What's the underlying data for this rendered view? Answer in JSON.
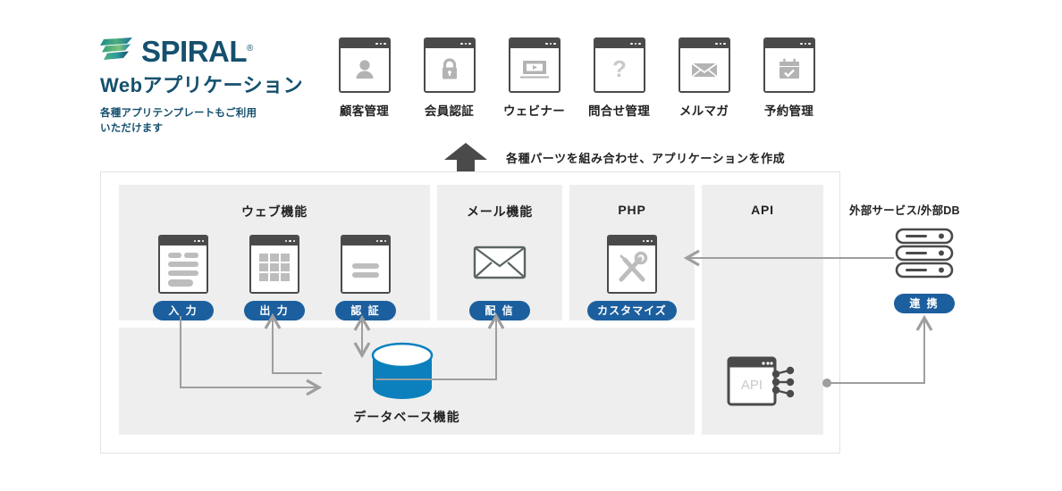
{
  "brand": {
    "logo_word": "SPIRAL",
    "registered_mark": "®",
    "title": "Webアプリケーション",
    "subtitle_line1": "各種アプリテンプレートもご利用",
    "subtitle_line2": "いただけます",
    "color": "#15506e"
  },
  "apps": {
    "items": [
      {
        "label": "顧客管理",
        "icon": "person-icon"
      },
      {
        "label": "会員認証",
        "icon": "lock-icon"
      },
      {
        "label": "ウェビナー",
        "icon": "video-icon"
      },
      {
        "label": "問合せ管理",
        "icon": "question-mark-icon"
      },
      {
        "label": "メルマガ",
        "icon": "envelope-icon"
      },
      {
        "label": "予約管理",
        "icon": "calendar-check-icon"
      }
    ]
  },
  "combine": {
    "caption": "各種パーツを組み合わせ、アプリケーションを作成",
    "arrow": "up-arrow-icon"
  },
  "panel": {
    "web": {
      "title": "ウェブ機能",
      "items": [
        {
          "pill": "入 力",
          "icon": "form-window-icon"
        },
        {
          "pill": "出 力",
          "icon": "table-window-icon"
        },
        {
          "pill": "認 証",
          "icon": "auth-window-icon"
        }
      ]
    },
    "mail": {
      "title": "メール機能",
      "pill": "配 信",
      "icon": "envelope-outline-icon"
    },
    "php": {
      "title": "PHP",
      "pill": "カスタマイズ",
      "icon": "tools-window-icon"
    },
    "api": {
      "title": "API",
      "icon": "api-node-icon",
      "icon_label": "API"
    },
    "database": {
      "caption": "データベース機能",
      "icon": "database-cylinder-icon"
    }
  },
  "external": {
    "title": "外部サービス/外部DB",
    "pill": "連 携",
    "icon": "server-rack-icon"
  },
  "colors": {
    "pill_blue": "#1c5f9e",
    "database_blue": "#0b80bd",
    "block_gray": "#eeeeee",
    "icon_dark": "#4a4a4a",
    "wire_gray": "#9e9e9e",
    "brand_navy": "#15506e"
  }
}
